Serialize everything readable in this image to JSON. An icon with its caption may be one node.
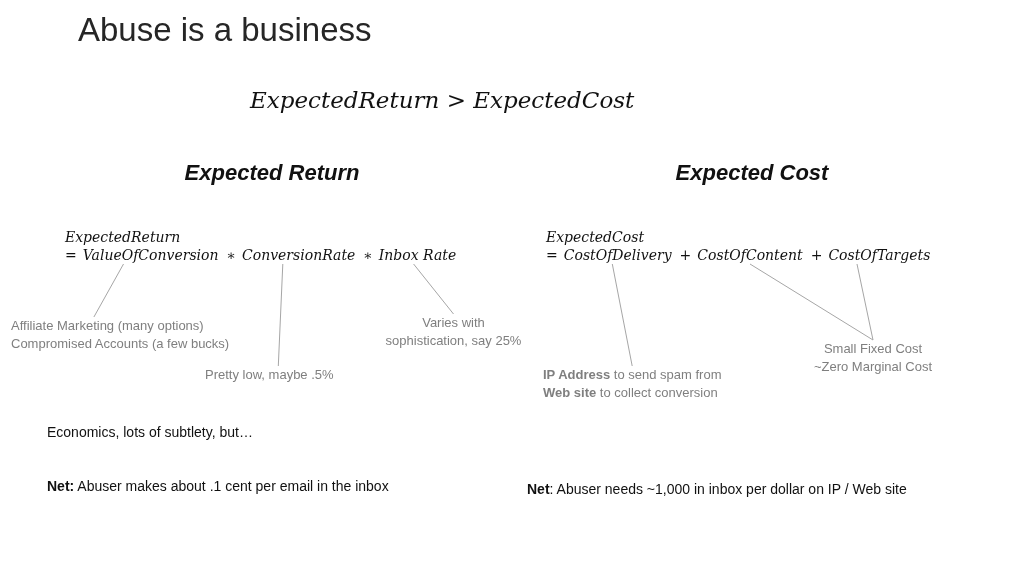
{
  "diagram": {
    "title": "Abuse is a business",
    "nodes": [
      {
        "text": [
          "ValueOfConversion"
        ]
      },
      {
        "text": [
          "ConversionRate"
        ]
      },
      {
        "text": [
          "Inbox Rate"
        ]
      },
      {
        "text": [
          "CostOfDelivery"
        ]
      },
      {
        "text": [
          "CostOfContent"
        ]
      },
      {
        "text": [
          "CostOfTargets"
        ]
      },
      {
        "text": [
          "Affiliate Marketing (many options)",
          "Compromised Accounts (a few bucks)"
        ]
      },
      {
        "text": [
          "Pretty low, maybe .5%"
        ]
      },
      {
        "text": [
          "Varies with sophistication, say 25%"
        ]
      },
      {
        "text": [
          "**IP Address** to send spam from",
          "**Web site** to collect conversion"
        ]
      },
      {
        "text": [
          "Small Fixed Cost",
          "~Zero Marginal Cost"
        ]
      }
    ],
    "edges": [
      {
        "from": 6,
        "to": 0,
        "arrow": "none"
      },
      {
        "from": 7,
        "to": 1,
        "arrow": "none"
      },
      {
        "from": 8,
        "to": 2,
        "arrow": "none"
      },
      {
        "from": 9,
        "to": 3,
        "arrow": "none"
      },
      {
        "from": 10,
        "to": 4,
        "arrow": "none"
      },
      {
        "from": 10,
        "to": 5,
        "arrow": "none"
      }
    ],
    "labels": [
      "ExpectedReturn > ExpectedCost",
      "Expected Return",
      "Expected Cost",
      "ExpectedReturn",
      "=",
      "∗",
      "∗",
      "ExpectedCost",
      "=",
      "+",
      "+",
      "Economics, lots of subtlety, but…",
      "**Net:** Abuser makes about .1 cent per email in the inbox",
      "**Net**: Abuser needs ~1,000 in inbox per dollar on IP / Web site"
    ]
  }
}
